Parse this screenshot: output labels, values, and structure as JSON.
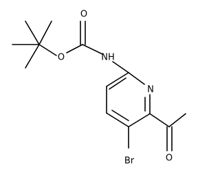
{
  "molecule": {
    "atoms": {
      "carbonyl_oxygen": "O",
      "ester_oxygen": "O",
      "amine": "NH",
      "pyridine_nitrogen": "N",
      "bromine": "Br",
      "ketone_oxygen": "O"
    }
  }
}
